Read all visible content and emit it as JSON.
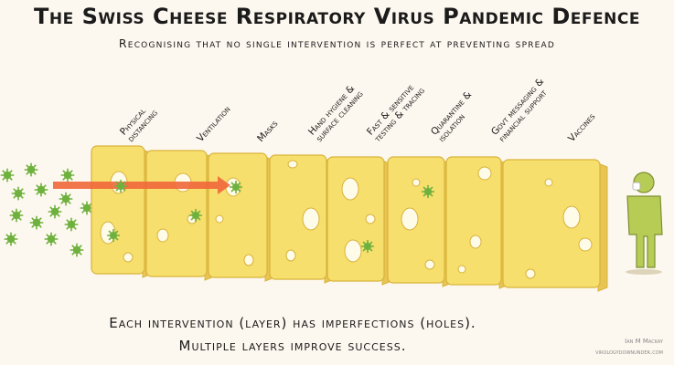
{
  "title": "The Swiss Cheese Respiratory Virus Pandemic Defence",
  "subtitle": "Recognising that no single intervention is perfect at preventing spread",
  "layers": [
    {
      "line1": "Physical",
      "line2": "distancing"
    },
    {
      "line1": "Ventilation",
      "line2": ""
    },
    {
      "line1": "Masks",
      "line2": ""
    },
    {
      "line1": "Hand hygiene &",
      "line2": "surface cleaning"
    },
    {
      "line1": "Fast & sensitive",
      "line2": "testing & tracing"
    },
    {
      "line1": "Quarantine &",
      "line2": "isolation"
    },
    {
      "line1": "Govt messaging &",
      "line2": "financial support"
    },
    {
      "line1": "Vaccines",
      "line2": ""
    }
  ],
  "caption": {
    "line1": "Each intervention (layer) has imperfections (holes).",
    "line2": "Multiple layers improve success."
  },
  "credit": {
    "line1": "Ian M Mackay",
    "line2": "virologydownunder.com"
  },
  "colors": {
    "cheese": "#f7df6d",
    "cheese_edge": "#d8b33b",
    "cheese_shadow": "#e8c453",
    "hole": "#fffbe9",
    "virus": "#6fb13e",
    "arrow": "#f0673a",
    "person": "#b7cc55",
    "person_edge": "#7d8f33",
    "mask": "#ffffff"
  },
  "icons": {
    "virus": "virus-particle-icon",
    "person": "protected-person-icon",
    "arrow": "spread-arrow-icon"
  }
}
